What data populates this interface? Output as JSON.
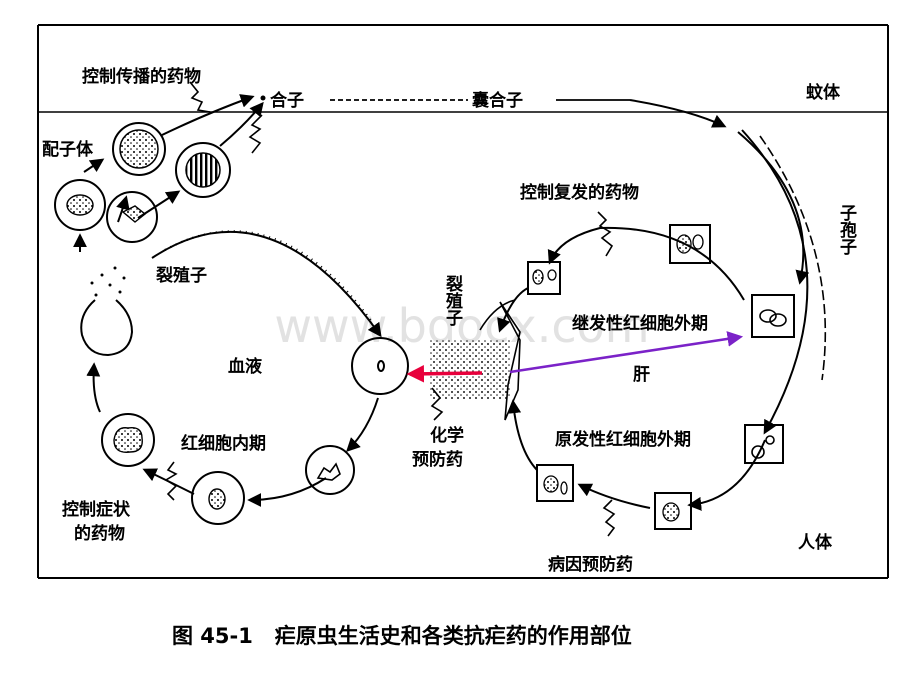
{
  "labels": {
    "gametocyte": "配子体",
    "transmission_drug": "控制传播的药物",
    "zygote": "合子",
    "oocyst": "囊合子",
    "mosquito": "蚊体",
    "sporozoite": "子孢子",
    "relapse_drug": "控制复发的药物",
    "merozoite_left": "裂殖子",
    "merozoite_right": "裂殖子",
    "secondary_exo": "继发性红细胞外期",
    "liver": "肝",
    "blood": "血液",
    "erythrocytic": "红细胞内期",
    "chemo": "化学预防药",
    "primary_exo": "原发性红细胞外期",
    "symptom_drug": "控制症状的药物",
    "causal_drug": "病因预防药",
    "human": "人体"
  },
  "caption": "图 45-1   疟原虫生活史和各类抗疟药的作用部位",
  "watermark": "www.bdocx.com",
  "colors": {
    "red_arrow": "#e8003c",
    "purple_arrow": "#7b22c8"
  }
}
